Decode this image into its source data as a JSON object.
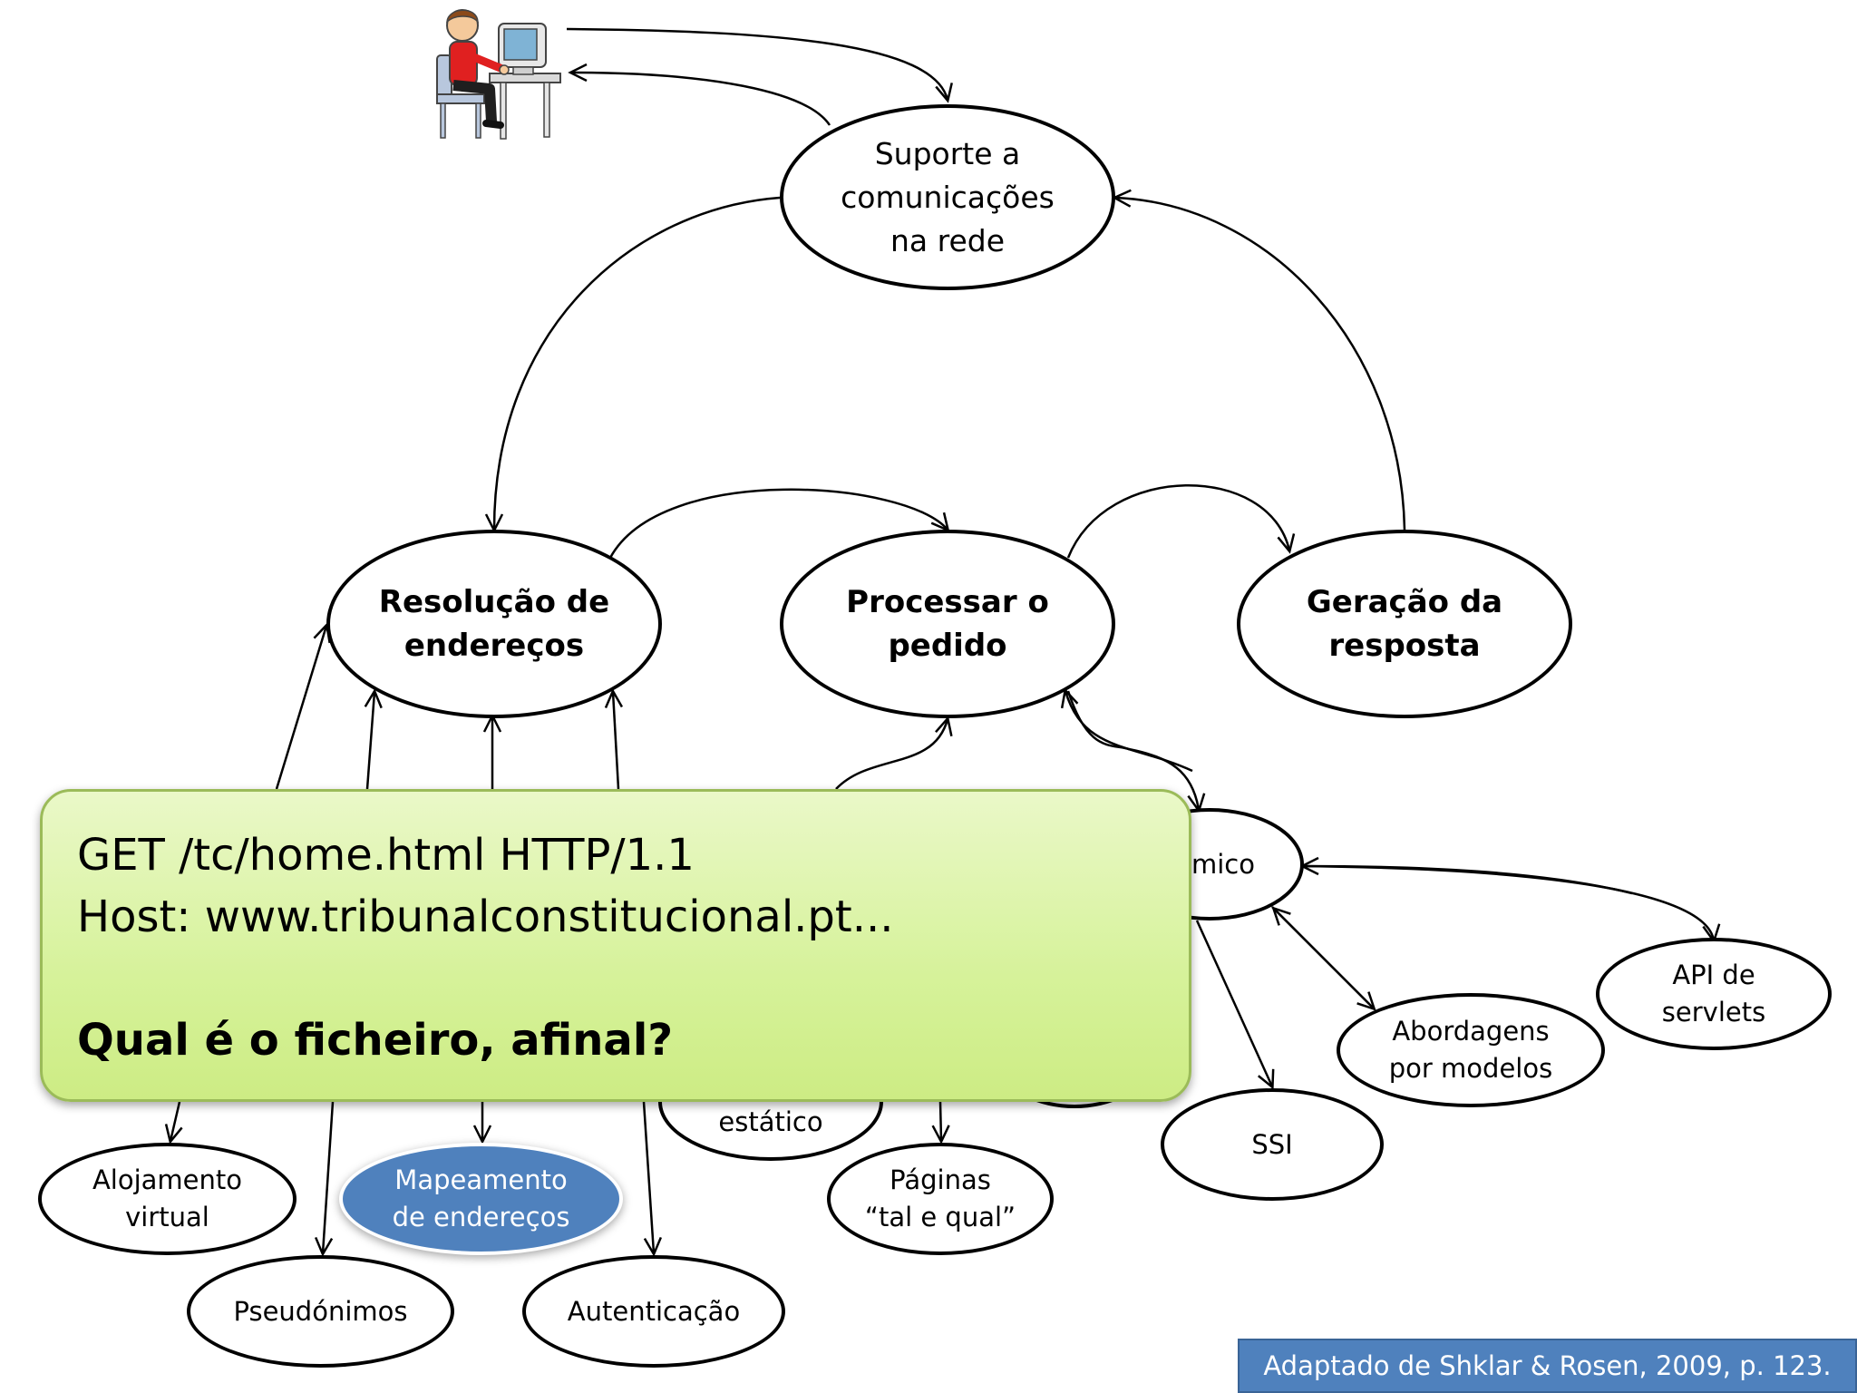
{
  "nodes": {
    "comunicacoes": "Suporte a\ncomunicações\nna rede",
    "resolucao": "Resolução de\nendereços",
    "processar": "Processar o\npedido",
    "geracao": "Geração da\nresposta",
    "dinamico_partial": "mico",
    "api_servlets": "API de\nservlets",
    "abordagens": "Abordagens\npor modelos",
    "estatico_partial": "estático",
    "ssi": "SSI",
    "alojamento": "Alojamento\nvirtual",
    "mapeamento": "Mapeamento\nde endereços",
    "paginas": "Páginas\n“tal e qual”",
    "pseudonimos": "Pseudónimos",
    "autenticacao": "Autenticação"
  },
  "callout": {
    "line1": "GET /tc/home.html HTTP/1.1",
    "line2": "Host: www.tribunalconstitucional.pt...",
    "question": "Qual é o ficheiro, afinal?"
  },
  "source_note": "Adaptado de Shklar & Rosen, 2009, p. 123.",
  "colors": {
    "highlight": "#4f81bd",
    "callout_fill": "#d6f29a",
    "callout_border": "#9bbb59",
    "source_bg": "#4f81bd"
  },
  "icons": {
    "user": "user-at-computer-icon"
  }
}
